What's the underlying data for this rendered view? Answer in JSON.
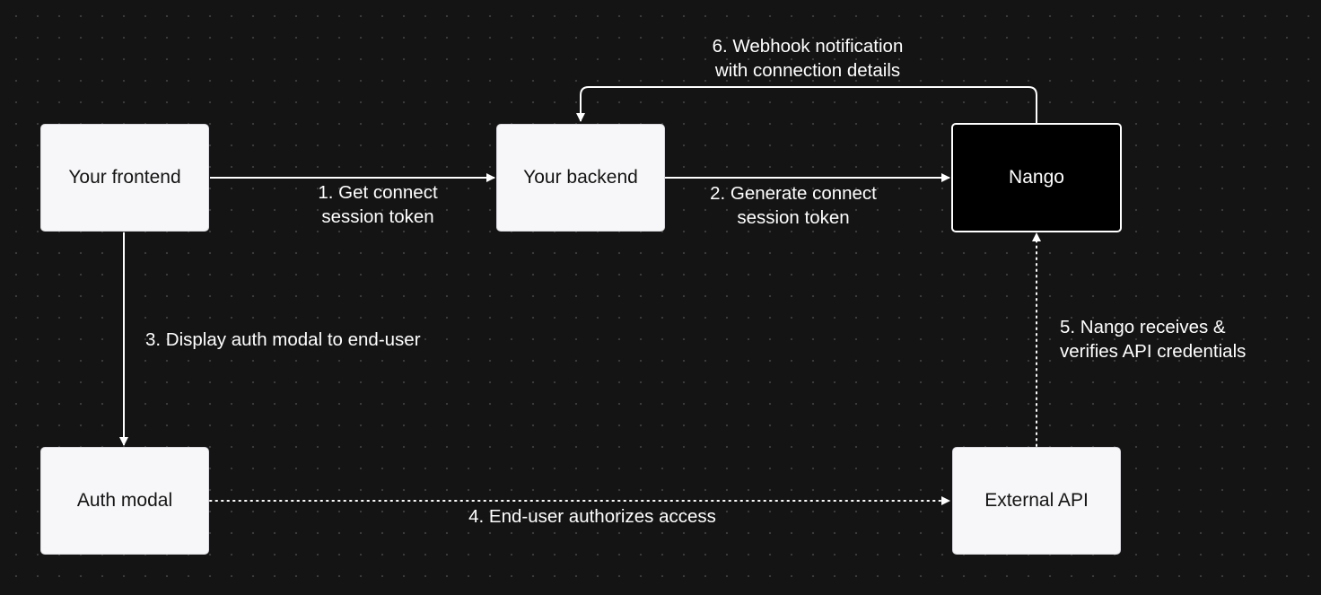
{
  "nodes": {
    "frontend": "Your frontend",
    "backend": "Your backend",
    "nango": "Nango",
    "auth_modal": "Auth modal",
    "external_api": "External API"
  },
  "edges": {
    "step1": "1. Get connect\nsession token",
    "step2": "2. Generate connect\nsession token",
    "step3": "3. Display auth modal to end-user",
    "step4": "4. End-user authorizes access",
    "step5": "5. Nango receives &\nverifies API credentials",
    "step6": "6. Webhook notification\nwith connection details"
  },
  "colors": {
    "background": "#141414",
    "node_light": "#f7f7f9",
    "node_dark": "#000000",
    "line": "#ffffff"
  }
}
